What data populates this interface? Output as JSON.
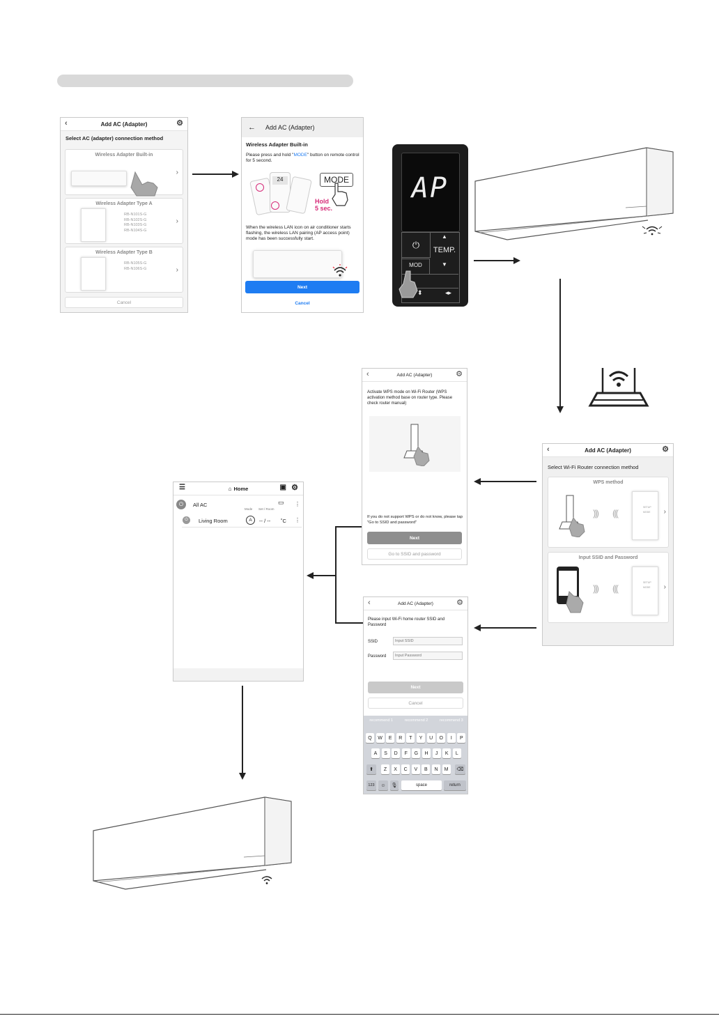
{
  "screen1": {
    "header": "Add AC (Adapter)",
    "subtitle": "Select AC (adapter) connection method",
    "options": [
      {
        "title": "Wireless Adapter Built-in",
        "models": []
      },
      {
        "title": "Wireless Adapter Type A",
        "models": [
          "RB-N101S-G",
          "RB-N102S-G",
          "RB-N103S-G",
          "RB-N104S-G"
        ]
      },
      {
        "title": "Wireless Adapter Type B",
        "models": [
          "RB-N105S-G",
          "RB-N106S-G"
        ]
      }
    ],
    "cancel": "Cancel"
  },
  "screen2": {
    "header": "Add AC (Adapter)",
    "subtitle": "Wireless Adapter Built-in",
    "instruction_pre": "Please press and hold \"",
    "instruction_key": "MODE",
    "instruction_post": "\" button on remote control for 5 second.",
    "mode_label": "MODE",
    "hold_label": "Hold",
    "hold_time": "5 sec.",
    "remote_display": "24",
    "note": "When the wireless LAN icon on air conditioner starts flashing, the wireless LAN pairing (AP access point) mode has been successfully start.",
    "next": "Next",
    "cancel": "Cancel"
  },
  "control_panel": {
    "display": "AP",
    "temp_label": "TEMP.",
    "mode_label": "MOD"
  },
  "screen3": {
    "header": "Add AC (Adapter)",
    "subtitle": "Select Wi-Fi Router connection method",
    "options": [
      {
        "title": "WPS method"
      },
      {
        "title": "Input SSID and Password"
      }
    ],
    "adapter_labels": [
      "SETUP",
      "MODE"
    ]
  },
  "screen4": {
    "header": "Add AC (Adapter)",
    "instruction": "Activate WPS mode on Wi-Fi Router (WPS activation method base on router type. Please check router manual)",
    "note": "If you do not support WPS or do not know, please tap \"Go to SSID and password\"",
    "next": "Next",
    "alt": "Go to SSID and password"
  },
  "screen5": {
    "header": "Add AC (Adapter)",
    "instruction": "Please input Wi-Fi home router SSID and Password",
    "ssid_label": "SSID",
    "ssid_placeholder": "Input SSID",
    "password_label": "Password",
    "password_placeholder": "Input Password",
    "next": "Next",
    "cancel": "Cancel",
    "suggestions": [
      "recommend 1",
      "recommend 2",
      "recommend 3"
    ],
    "rows": [
      [
        "Q",
        "W",
        "E",
        "R",
        "T",
        "Y",
        "U",
        "O",
        "I",
        "P"
      ],
      [
        "A",
        "S",
        "D",
        "F",
        "G",
        "H",
        "J",
        "K",
        "L"
      ],
      [
        "Z",
        "X",
        "C",
        "V",
        "B",
        "N",
        "M"
      ]
    ],
    "key_123": "123",
    "key_space": "space",
    "key_return": "return"
  },
  "screen6": {
    "header": "Home",
    "group": "All AC",
    "col_mode": "Mode",
    "col_set": "Set / Room",
    "room": "Living Room",
    "room_mode": "A",
    "room_temp": "-- / --",
    "room_unit": "˚C"
  }
}
